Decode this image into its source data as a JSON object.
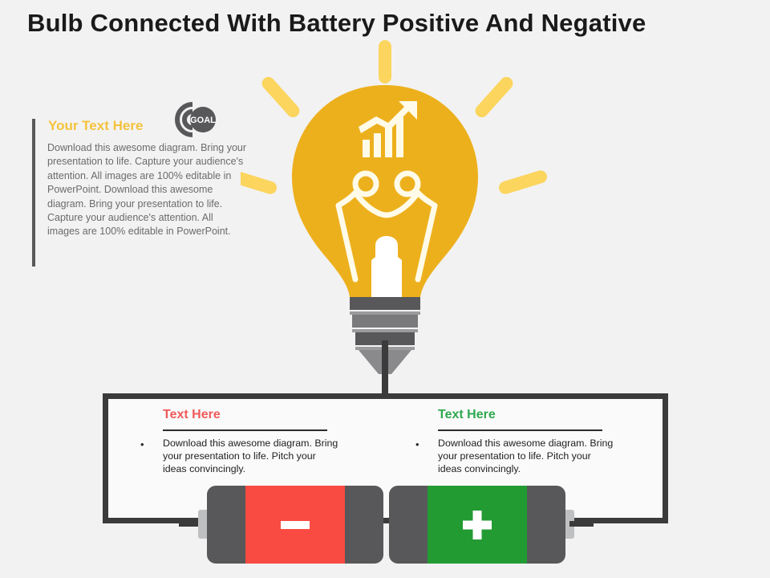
{
  "slide": {
    "title": "Bulb Connected With Battery Positive And Negative",
    "background_color": "#f2f2f2"
  },
  "left_panel": {
    "heading": "Your Text Here",
    "heading_color": "#f4c23d",
    "body": "Download this awesome diagram. Bring your presentation to life. Capture your audience's attention. All images are 100% editable in PowerPoint. Download this awesome diagram. Bring your presentation to life. Capture your audience's attention. All images are 100% editable in PowerPoint.",
    "accent_bar_color": "#58595b",
    "icon": {
      "name": "goal-target-icon",
      "label": "GOAL",
      "color": "#58585a"
    }
  },
  "bulb": {
    "name": "light-bulb-illustration",
    "glass_color": "#edb01d",
    "ray_color": "#fbd55e",
    "base_color": "#58585a",
    "filament_color": "#fffbe8",
    "ray_count": 6,
    "inner_icon": "growth-bar-chart-arrow-icon",
    "filament_icon": "two-people-holding-hands-icon"
  },
  "circuit": {
    "wire_color": "#3b3b3b",
    "frame_fill": "#fafafa"
  },
  "columns": [
    {
      "title": "Text Here",
      "title_color": "#f05b5b",
      "bullet": "•",
      "body": "Download this awesome diagram. Bring your presentation to life. Pitch your ideas convincingly."
    },
    {
      "title": "Text Here",
      "title_color": "#2fa84f",
      "bullet": "•",
      "body": "Download this awesome diagram. Bring your presentation to life. Pitch your ideas convincingly."
    }
  ],
  "batteries": [
    {
      "name": "negative-battery",
      "polarity": "negative",
      "sign": "−",
      "core_color": "#fa4b42",
      "shell_color": "#58585a",
      "terminal_color": "#bfc0c2"
    },
    {
      "name": "positive-battery",
      "polarity": "positive",
      "sign": "+",
      "core_color": "#239b33",
      "shell_color": "#58585a",
      "terminal_color": "#bfc0c2"
    }
  ]
}
